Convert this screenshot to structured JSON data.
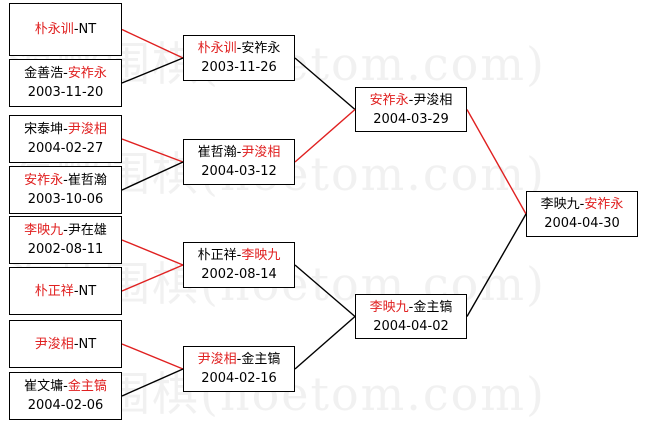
{
  "colors": {
    "winner": "#e02020",
    "text": "#000000",
    "win_line": "#e02020",
    "lose_line": "#000000"
  },
  "watermark": [
    "海峡围棋(hoetom.com)",
    "海峡围棋(hoetom.com)",
    "海峡围棋(hoetom.com)",
    "海峡围棋(hoetom.com)"
  ],
  "round1": [
    {
      "p1": "朴永训",
      "p2": "NT",
      "winner": 1,
      "date": ""
    },
    {
      "p1": "金善浩",
      "p2": "安祚永",
      "winner": 2,
      "date": "2003-11-20"
    },
    {
      "p1": "宋泰坤",
      "p2": "尹浚相",
      "winner": 2,
      "date": "2004-02-27"
    },
    {
      "p1": "安祚永",
      "p2": "崔哲瀚",
      "winner": 1,
      "date": "2003-10-06"
    },
    {
      "p1": "李映九",
      "p2": "尹在雄",
      "winner": 1,
      "date": "2002-08-11"
    },
    {
      "p1": "朴正祥",
      "p2": "NT",
      "winner": 1,
      "date": ""
    },
    {
      "p1": "尹浚相",
      "p2": "NT",
      "winner": 1,
      "date": ""
    },
    {
      "p1": "崔文墉",
      "p2": "金主镐",
      "winner": 2,
      "date": "2004-02-06"
    }
  ],
  "round2": [
    {
      "p1": "朴永训",
      "p2": "安祚永",
      "winner": 1,
      "date": "2003-11-26"
    },
    {
      "p1": "崔哲瀚",
      "p2": "尹浚相",
      "winner": 2,
      "date": "2004-03-12"
    },
    {
      "p1": "朴正祥",
      "p2": "李映九",
      "winner": 2,
      "date": "2002-08-14"
    },
    {
      "p1": "尹浚相",
      "p2": "金主镐",
      "winner": 1,
      "date": "2004-02-16"
    }
  ],
  "round3": [
    {
      "p1": "安祚永",
      "p2": "尹浚相",
      "winner": 1,
      "date": "2004-03-29"
    },
    {
      "p1": "李映九",
      "p2": "金主镐",
      "winner": 1,
      "date": "2004-04-02"
    }
  ],
  "final": [
    {
      "p1": "李映九",
      "p2": "安祚永",
      "winner": 2,
      "date": "2004-04-30"
    }
  ],
  "links": [
    {
      "from": "round1.0",
      "to": "round2.0",
      "won": true
    },
    {
      "from": "round1.1",
      "to": "round2.0",
      "won": false
    },
    {
      "from": "round1.2",
      "to": "round2.1",
      "won": true
    },
    {
      "from": "round1.3",
      "to": "round2.1",
      "won": false
    },
    {
      "from": "round1.4",
      "to": "round2.2",
      "won": true
    },
    {
      "from": "round1.5",
      "to": "round2.2",
      "won": true
    },
    {
      "from": "round1.6",
      "to": "round2.3",
      "won": true
    },
    {
      "from": "round1.7",
      "to": "round2.3",
      "won": false
    },
    {
      "from": "round2.0",
      "to": "round3.0",
      "won": false
    },
    {
      "from": "round2.1",
      "to": "round3.0",
      "won": true
    },
    {
      "from": "round2.2",
      "to": "round3.1",
      "won": false
    },
    {
      "from": "round2.3",
      "to": "round3.1",
      "won": false
    },
    {
      "from": "round3.0",
      "to": "final.0",
      "won": true
    },
    {
      "from": "round3.1",
      "to": "final.0",
      "won": false
    }
  ]
}
